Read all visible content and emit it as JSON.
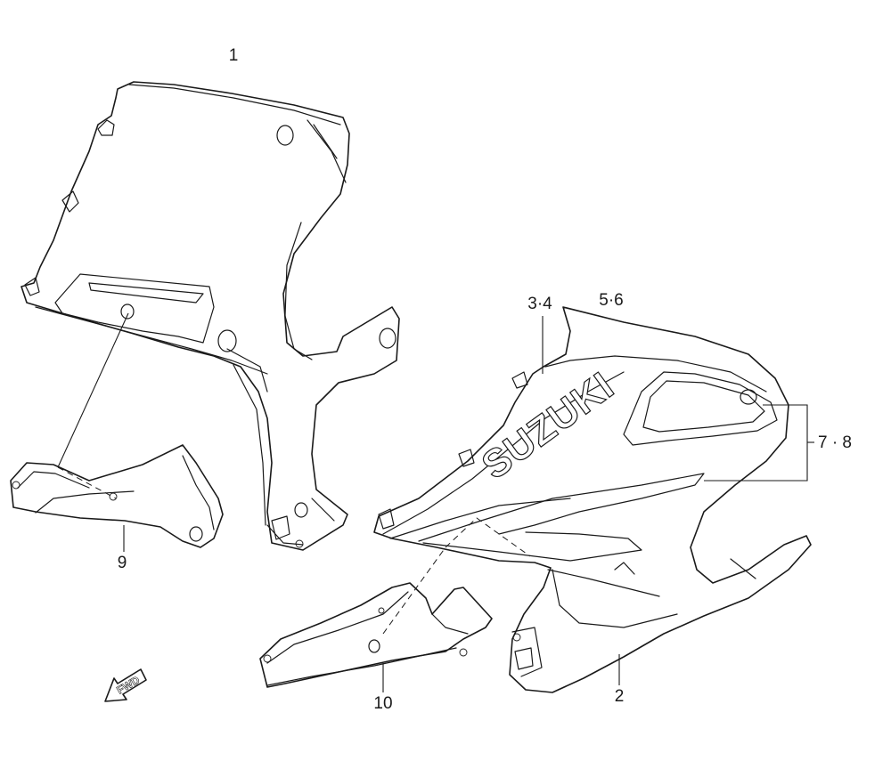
{
  "callouts": {
    "part_1": "1",
    "part_2": "2",
    "parts_3_4": "3·4",
    "parts_5_6": "5·6",
    "parts_7_8": "7 · 8",
    "part_9": "9",
    "part_10": "10"
  },
  "fairing_logo": "SUZUKI",
  "direction_arrow": "FWD",
  "colors": {
    "line": "#1a1a1a",
    "background": "#ffffff"
  }
}
